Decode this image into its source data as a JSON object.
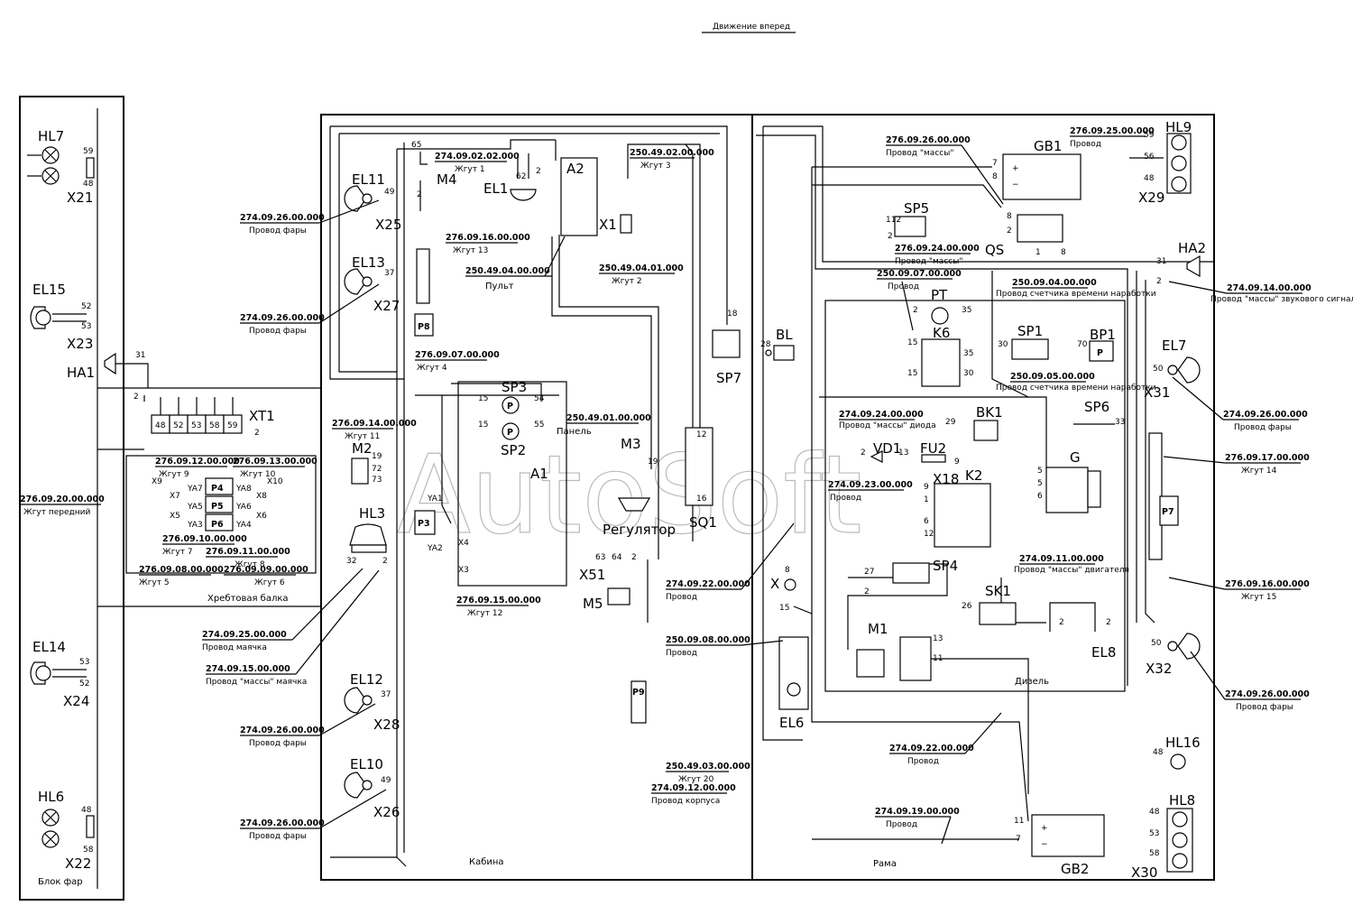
{
  "title": "Движение вперед",
  "watermark": "AutoSoft",
  "areas": {
    "headlights": "Блок фар",
    "cabin": "Кабина",
    "frame": "Рама",
    "diesel": "Дизель",
    "beam": "Хребтовая балка",
    "panel": "Панель",
    "console": "Пульт",
    "regulator": "Регулятор"
  },
  "components": {
    "HL7": "HL7",
    "EL15": "EL15",
    "HA1": "HA1",
    "EL14": "EL14",
    "HL6": "HL6",
    "EL11": "EL11",
    "EL13": "EL13",
    "M4": "M4",
    "EL1": "EL1",
    "A2": "A2",
    "X1": "X1",
    "P8": "P8",
    "XT1": "XT1",
    "SP3": "SP3",
    "SP2": "SP2",
    "A1": "A1",
    "M2": "M2",
    "HL3": "HL3",
    "M3": "M3",
    "M5": "M5",
    "SP7": "SP7",
    "SQ1": "SQ1",
    "EL12": "EL12",
    "EL10": "EL10",
    "BL": "BL",
    "GB1": "GB1",
    "SP5": "SP5",
    "QS": "QS",
    "PT": "PT",
    "K6": "K6",
    "SP1": "SP1",
    "BP1": "BP1",
    "BK1": "BK1",
    "VD1": "VD1",
    "FU2": "FU2",
    "K2": "K2",
    "SP6": "SP6",
    "G": "G",
    "SP4": "SP4",
    "SK1": "SK1",
    "M1": "M1",
    "EL6": "EL6",
    "X": "X",
    "EL8": "EL8",
    "GB2": "GB2",
    "HL9": "HL9",
    "HA2": "HA2",
    "EL7": "EL7",
    "P7": "P7",
    "HL16": "HL16",
    "HL8": "HL8"
  },
  "connectors": {
    "X21": "X21",
    "X23": "X23",
    "X24": "X24",
    "X22": "X22",
    "X25": "X25",
    "X27": "X27",
    "X28": "X28",
    "X26": "X26",
    "X51": "X51",
    "X29": "X29",
    "X31": "X31",
    "X32": "X32",
    "X30": "X30",
    "X18": "X18"
  },
  "callouts": [
    {
      "code": "274.09.26.00.000",
      "desc": "Провод фары"
    },
    {
      "code": "274.09.26.00.000",
      "desc": "Провод фары"
    },
    {
      "code": "276.09.20.00.000",
      "desc": "Жгут передний"
    },
    {
      "code": "274.09.25.00.000",
      "desc": "Провод маячка"
    },
    {
      "code": "274.09.15.00.000",
      "desc": "Провод \"массы\" маячка"
    },
    {
      "code": "274.09.26.00.000",
      "desc": "Провод фары"
    },
    {
      "code": "274.09.26.00.000",
      "desc": "Провод фары"
    },
    {
      "code": "274.09.02.02.000",
      "desc": "Жгут 1"
    },
    {
      "code": "250.49.02.00.000",
      "desc": "Жгут 3"
    },
    {
      "code": "276.09.16.00.000",
      "desc": "Жгут 13"
    },
    {
      "code": "250.49.04.00.000",
      "desc": "Пульт"
    },
    {
      "code": "250.49.04.01.000",
      "desc": "Жгут 2"
    },
    {
      "code": "276.09.07.00.000",
      "desc": "Жгут 4"
    },
    {
      "code": "250.49.01.00.000",
      "desc": "Панель"
    },
    {
      "code": "276.09.14.00.000",
      "desc": "Жгут 11"
    },
    {
      "code": "276.09.15.00.000",
      "desc": "Жгут 12"
    },
    {
      "code": "276.09.12.00.000",
      "desc": "Жгут 9"
    },
    {
      "code": "276.09.13.00.000",
      "desc": "Жгут 10"
    },
    {
      "code": "276.09.10.00.000",
      "desc": "Жгут 7"
    },
    {
      "code": "276.09.11.00.000",
      "desc": "Жгут 8"
    },
    {
      "code": "276.09.08.00.000",
      "desc": "Жгут 5"
    },
    {
      "code": "276.09.09.00.000",
      "desc": "Жгут 6"
    },
    {
      "code": "250.49.03.00.000",
      "desc": "Жгут 20"
    },
    {
      "code": "274.09.12.00.000",
      "desc": "Провод корпуса"
    },
    {
      "code": "274.09.22.00.000",
      "desc": "Провод"
    },
    {
      "code": "250.09.08.00.000",
      "desc": "Провод"
    },
    {
      "code": "276.09.26.00.000",
      "desc": "Провод \"массы\""
    },
    {
      "code": "276.09.25.00.000",
      "desc": "Провод"
    },
    {
      "code": "276.09.24.00.000",
      "desc": "Провод \"массы\""
    },
    {
      "code": "250.09.07.00.000",
      "desc": "Провод"
    },
    {
      "code": "250.09.04.00.000",
      "desc": "Провод счетчика времени наработки"
    },
    {
      "code": "250.09.05.00.000",
      "desc": "Провод счетчика времени наработки"
    },
    {
      "code": "274.09.24.00.000",
      "desc": "Провод \"массы\" диода"
    },
    {
      "code": "274.09.23.00.000",
      "desc": "Провод"
    },
    {
      "code": "274.09.11.00.000",
      "desc": "Провод \"массы\" двигателя"
    },
    {
      "code": "274.09.22.00.000",
      "desc": "Провод"
    },
    {
      "code": "274.09.19.00.000",
      "desc": "Провод"
    },
    {
      "code": "274.09.14.00.000",
      "desc": "Провод \"массы\" звукового сигнала"
    },
    {
      "code": "274.09.26.00.000",
      "desc": "Провод фары"
    },
    {
      "code": "276.09.17.00.000",
      "desc": "Жгут 14"
    },
    {
      "code": "276.09.16.00.000",
      "desc": "Жгут 15"
    },
    {
      "code": "274.09.26.00.000",
      "desc": "Провод фары"
    }
  ],
  "terminal_block": [
    "48",
    "52",
    "53",
    "58",
    "59"
  ],
  "relays": {
    "P4": "P4",
    "P5": "P5",
    "P6": "P6",
    "P3": "P3"
  },
  "valves": {
    "YA1": "YA1",
    "YA2": "YA2",
    "YA3": "YA3",
    "YA4": "YA4",
    "YA5": "YA5",
    "YA6": "YA6",
    "YA7": "YA7",
    "YA8": "YA8"
  }
}
